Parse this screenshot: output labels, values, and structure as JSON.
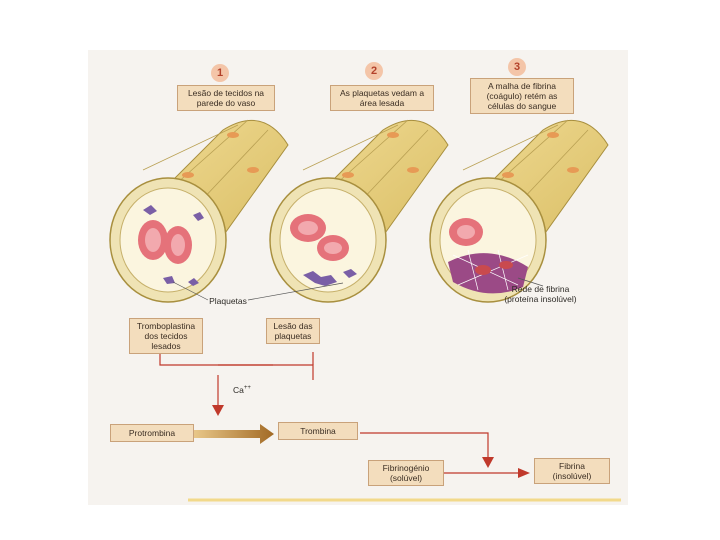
{
  "steps": [
    {
      "number": "1",
      "caption": "Lesão de tecidos na parede do vaso"
    },
    {
      "number": "2",
      "caption": "As plaquetas vedam a área lesada"
    },
    {
      "number": "3",
      "caption": "A malha de fibrina (coágulo) retém as células do sangue"
    }
  ],
  "labels": {
    "plaquetas": "Plaquetas",
    "fibrin_net": "Rede de fibrina",
    "fibrin_net_sub": "(proteína insolúvel)"
  },
  "flow": {
    "tromboplastina": "Tromboplastina dos tecidos lesados",
    "lesao_plaquetas": "Lesão das plaquetas",
    "calcium": "Ca",
    "calcium_sup": "++",
    "protrombina": "Protrombina",
    "trombina": "Trombina",
    "fibrinogenio": "Fibrinogénio",
    "fibrinogenio_sub": "(solúvel)",
    "fibrina": "Fibrina",
    "fibrina_sub": "(insolúvel)"
  },
  "colors": {
    "vessel_wall": "#e8d183",
    "red_cell": "#e5727a",
    "platelet": "#7a5fa6",
    "arrow": "#c0392b",
    "box_fill": "#f3ddbd"
  }
}
